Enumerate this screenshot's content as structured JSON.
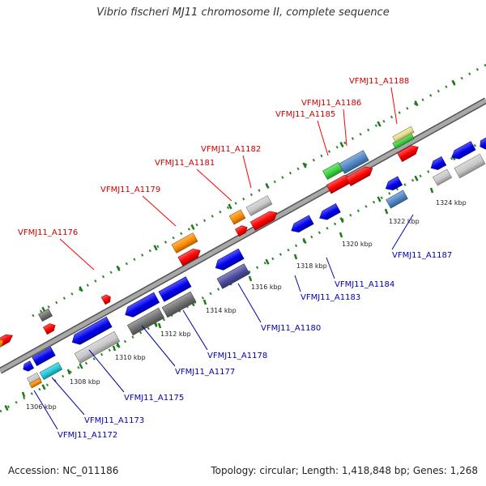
{
  "title": "Vibrio fischeri MJ11 chromosome II, complete sequence",
  "accession": "Accession: NC_011186",
  "summary": "Topology: circular; Length: 1,418,848 bp; Genes: 1,268",
  "colors": {
    "forward_label": "#cc0000",
    "reverse_label": "#0000aa",
    "backbone": "#a8a8a8",
    "tick": "#2a8a2a",
    "red": "#ff0000",
    "orange": "#ff8c00",
    "blue": "#0000ee",
    "gray": "#c8c8c8",
    "darkgray": "#707070",
    "navy": "#4b4b9e",
    "steelblue": "#4f86c6",
    "green": "#3cd23c",
    "cyan": "#22c8d8",
    "khaki": "#e6df8c"
  },
  "kbp_labels": [
    "1306 kbp",
    "1308 kbp",
    "1310 kbp",
    "1312 kbp",
    "1314 kbp",
    "1316 kbp",
    "1318 kbp",
    "1320 kbp",
    "1322 kbp",
    "1324 kbp"
  ],
  "forward_labels": [
    "VFMJ11_A1176",
    "VFMJ11_A1179",
    "VFMJ11_A1181",
    "VFMJ11_A1182",
    "VFMJ11_A1185",
    "VFMJ11_A1186",
    "VFMJ11_A1188"
  ],
  "reverse_labels": [
    "VFMJ11_A1172",
    "VFMJ11_A1173",
    "VFMJ11_A1175",
    "VFMJ11_A1177",
    "VFMJ11_A1178",
    "VFMJ11_A1180",
    "VFMJ11_A1183",
    "VFMJ11_A1184",
    "VFMJ11_A1187"
  ]
}
